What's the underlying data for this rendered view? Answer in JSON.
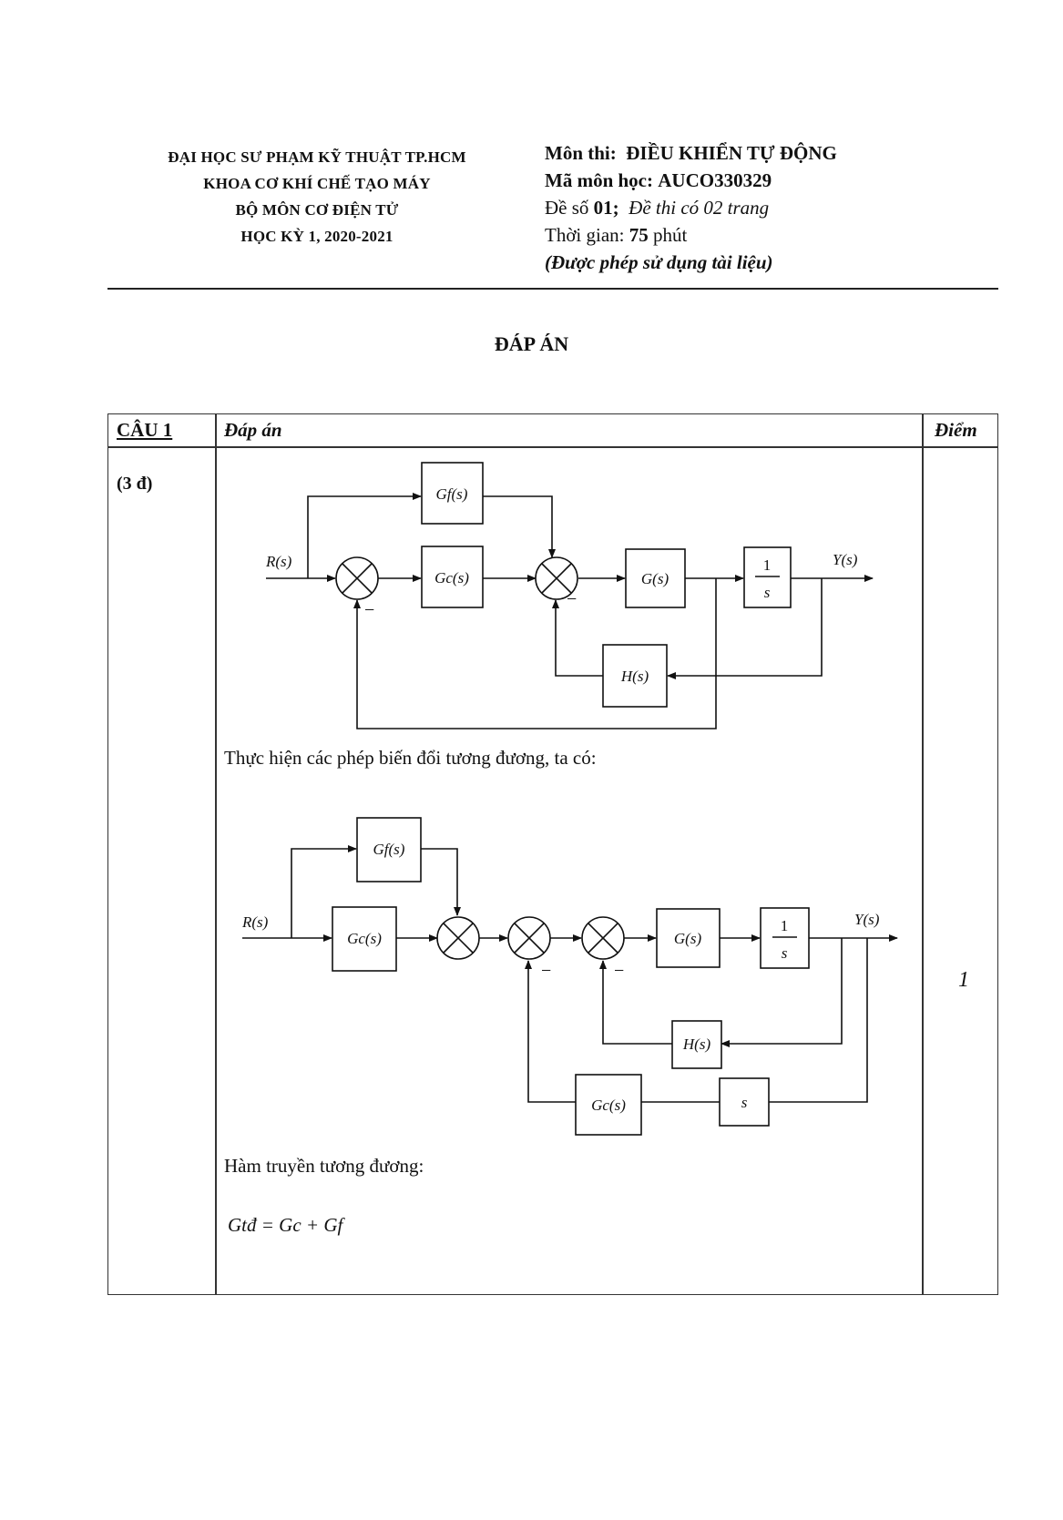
{
  "header": {
    "university": "ĐẠI HỌC SƯ PHẠM KỸ THUẬT TP.HCM",
    "faculty": "KHOA CƠ KHÍ CHẾ TẠO MÁY",
    "department": "BỘ MÔN CƠ ĐIỆN TỬ",
    "semester": "HỌC KỲ 1, 2020-2021",
    "subject_label": "Môn thi:",
    "subject": "ĐIỀU KHIỂN TỰ ĐỘNG",
    "code_label": "Mã môn học:",
    "code": "AUCO330329",
    "exam_label": "Đề số",
    "exam_no": "01;",
    "pages": "Đề thi có 02 trang",
    "time_label": "Thời gian:",
    "time_value": "75",
    "time_unit": "phút",
    "note": "(Được phép sử dụng tài liệu)"
  },
  "title": "ĐÁP ÁN",
  "table": {
    "question": "CÂU 1",
    "points": "(3 đ)",
    "answer_header": "Đáp án",
    "score_header": "Điểm",
    "score_value": "1"
  },
  "diagram1": {
    "input": "R(s)",
    "output": "Y(s)",
    "gf": "Gf(s)",
    "gc": "Gc(s)",
    "g": "G(s)",
    "integrator_num": "1",
    "integrator_den": "s",
    "h": "H(s)",
    "minus": "−"
  },
  "text_transform": "Thực hiện các phép biến đổi tương đương, ta có:",
  "diagram2": {
    "input": "R(s)",
    "output": "Y(s)",
    "gf": "Gf(s)",
    "gc": "Gc(s)",
    "g": "G(s)",
    "integrator_num": "1",
    "integrator_den": "s",
    "h": "H(s)",
    "gc2": "Gc(s)",
    "s_block": "s",
    "minus": "−"
  },
  "text_equivalent": "Hàm truyền tương đương:",
  "formula": "Gtđ = Gc + Gf"
}
